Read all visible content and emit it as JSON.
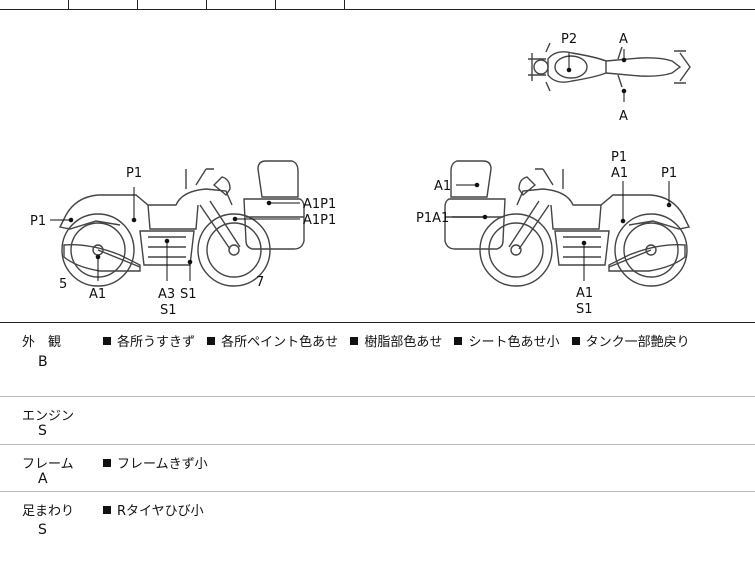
{
  "diagram": {
    "side_left_labels": [
      "P1",
      "P1",
      "A1P1",
      "A1P1",
      "5",
      "7",
      "A1",
      "A3",
      "S1",
      "S1"
    ],
    "top_view_labels": [
      "P2",
      "A",
      "A"
    ],
    "side_right_labels": [
      "P1",
      "A1",
      "P1",
      "A1",
      "P1A1",
      "A1",
      "S1"
    ]
  },
  "rows": [
    {
      "category": "外　観",
      "grade": "B",
      "notes": [
        "各所うすきず",
        "各所ペイント色あせ",
        "樹脂部色あせ",
        "シート色あせ小",
        "タンク一部艶戻り"
      ]
    },
    {
      "category": "エンジン",
      "grade": "S",
      "notes": []
    },
    {
      "category": "フレーム",
      "grade": "A",
      "notes": [
        "フレームきず小"
      ]
    },
    {
      "category": "足まわり",
      "grade": "S",
      "notes": [
        "Rタイヤひび小"
      ]
    }
  ]
}
